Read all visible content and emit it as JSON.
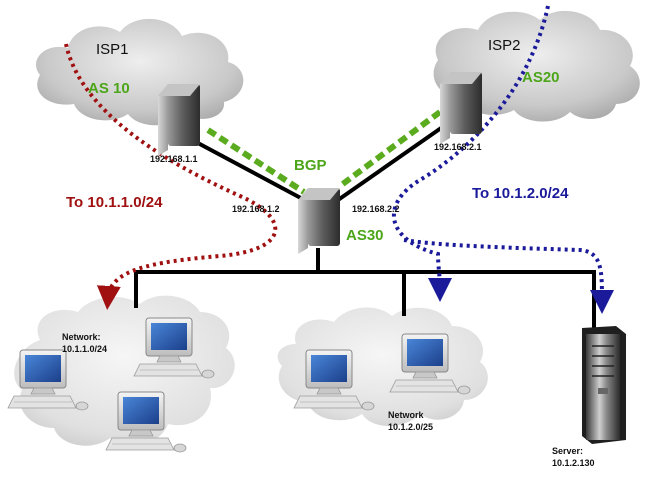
{
  "isps": {
    "left": {
      "name": "ISP1",
      "as": "AS 10"
    },
    "right": {
      "name": "ISP2",
      "as": "AS20"
    }
  },
  "routers": {
    "left_ip": "192.168.1.1",
    "right_ip": "192.168.2.1",
    "center_left_ip": "192.168.1.2",
    "center_right_ip": "192.168.2.2",
    "center_as": "AS30"
  },
  "protocol": "BGP",
  "routes": {
    "left": "To 10.1.1.0/24",
    "right": "To 10.1.2.0/24"
  },
  "networks": {
    "left": {
      "line1": "Network:",
      "line2": "10.1.1.0/24"
    },
    "middle": {
      "line1": "Network",
      "line2": "10.1.2.0/25"
    }
  },
  "server": {
    "line1": "Server:",
    "line2": "10.1.2.130"
  },
  "colors": {
    "bgp": "#5aab1e",
    "route_left": "#a01010",
    "route_right": "#1a1a9a",
    "as_label": "#4da61a",
    "link": "#000000"
  }
}
